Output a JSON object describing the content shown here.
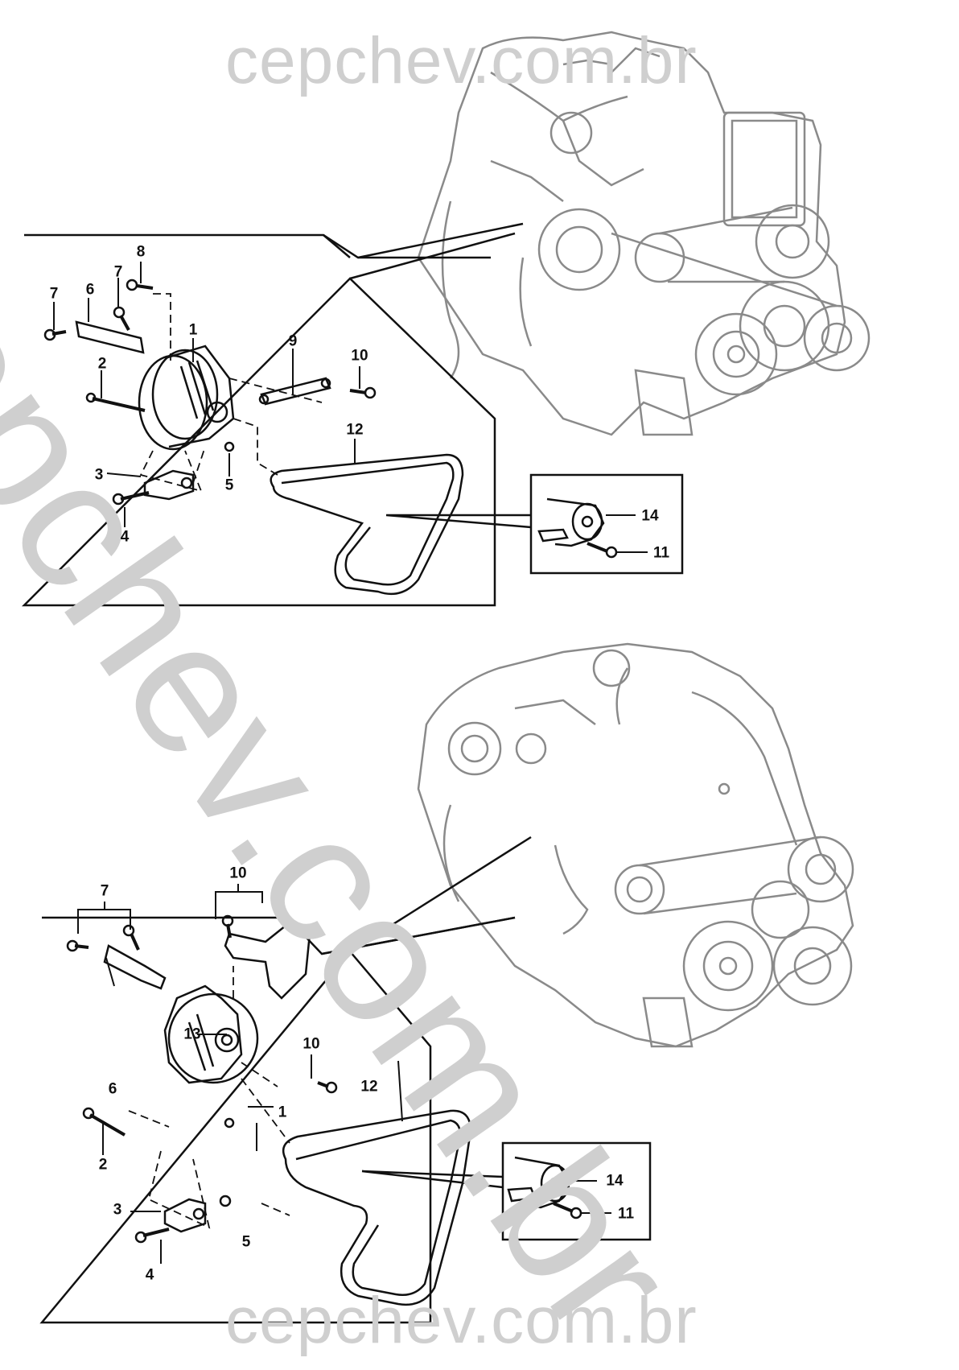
{
  "watermark": {
    "top": "cepchev.com.br",
    "bottom": "cepchev.com.br",
    "diagonal": "cepchev.com.br"
  },
  "views": [
    {
      "name": "upper-view",
      "callouts": {
        "c1": "1",
        "c2": "2",
        "c3": "3",
        "c4": "4",
        "c5": "5",
        "c6": "6",
        "c7a": "7",
        "c7b": "7",
        "c8": "8",
        "c9": "9",
        "c10": "10",
        "c12": "12",
        "c14": "14",
        "c11": "11"
      }
    },
    {
      "name": "lower-view",
      "callouts": {
        "c7": "7",
        "c10a": "10",
        "c13": "13",
        "c10b": "10",
        "c6": "6",
        "c1": "1",
        "c2": "2",
        "c12": "12",
        "c3": "3",
        "c5": "5",
        "c4": "4",
        "c14": "14",
        "c11": "11"
      }
    }
  ]
}
